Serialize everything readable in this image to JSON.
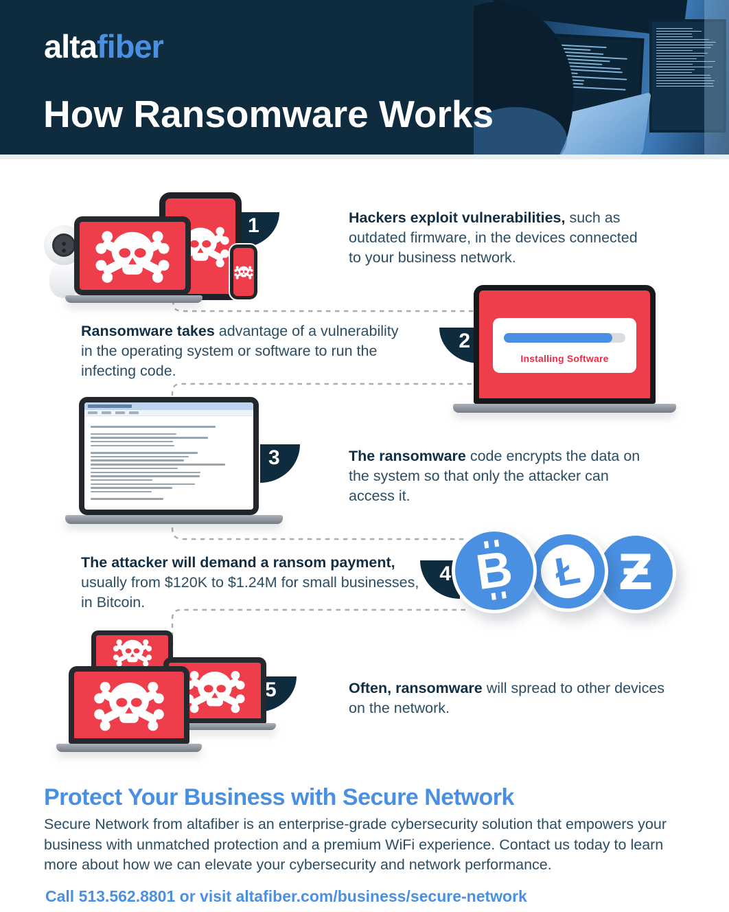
{
  "colors": {
    "navy": "#0f2c3f",
    "red": "#ee3e4c",
    "blue": "#4a90e2",
    "text": "#2b4d64",
    "text_bold": "#112e45",
    "dash": "#a8adb0",
    "track": "#d9dcdf",
    "install_red": "#e62e44"
  },
  "header": {
    "logo_alta": "alta",
    "logo_fiber": "fiber",
    "title": "How Ransomware Works"
  },
  "steps": [
    {
      "num": "1",
      "bold": "Hackers exploit vulnerabilities,",
      "rest": " such as outdated firmware, in the devices connected to your business network."
    },
    {
      "num": "2",
      "bold": "Ransomware takes",
      "rest": " advantage of a vulnerability in the operating system or software to run the infecting code."
    },
    {
      "num": "3",
      "bold": "The ransomware",
      "rest": " code encrypts the data on the system so that only the attacker can access it."
    },
    {
      "num": "4",
      "bold": "The attacker will demand a ransom payment,",
      "rest": " usually from $120K to $1.24M for small businesses, in Bitcoin."
    },
    {
      "num": "5",
      "bold": "Often, ransomware",
      "rest": " will spread to other devices on the network."
    }
  ],
  "step2_screen": {
    "label": "Installing Software",
    "progress_pct": 89
  },
  "coins": [
    {
      "name": "bitcoin",
      "symbol": "B"
    },
    {
      "name": "litecoin",
      "symbol": "Ł"
    },
    {
      "name": "zcash",
      "symbol": "Ƶ"
    }
  ],
  "footer": {
    "heading": "Protect Your Business with Secure Network",
    "body": "Secure Network from altafiber is an enterprise-grade cybersecurity solution that empowers your business with unmatched protection and a premium WiFi experience. Contact us today to learn more about how we can elevate your cybersecurity and network performance.",
    "cta": "Call 513.562.8801 or visit altafiber.com/business/secure-network"
  }
}
